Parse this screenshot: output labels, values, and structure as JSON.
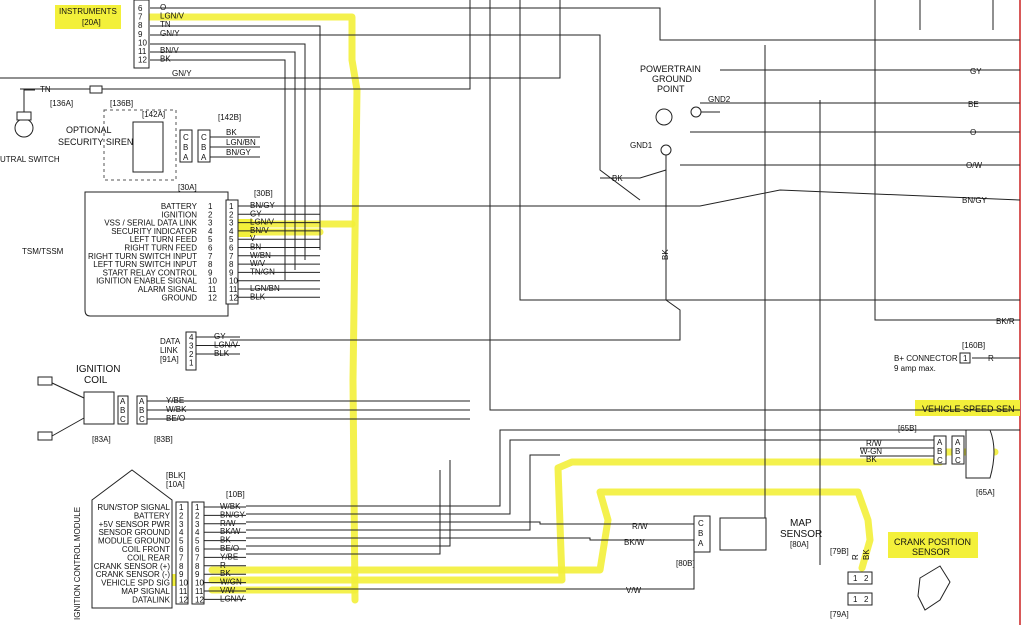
{
  "instruments": {
    "label": "INSTRUMENTS",
    "fuse": "[20A]"
  },
  "top_pins": [
    {
      "n": "6",
      "w": "O"
    },
    {
      "n": "7",
      "w": "LGN/V"
    },
    {
      "n": "8",
      "w": "TN"
    },
    {
      "n": "9",
      "w": "GN/Y"
    },
    {
      "n": "10",
      "w": ""
    },
    {
      "n": "11",
      "w": "BN/V"
    },
    {
      "n": "12",
      "w": "BK"
    }
  ],
  "top_wires": {
    "gny": "GN/Y",
    "tn": "TN"
  },
  "neutral_switch": {
    "label": "UTRAL SWITCH",
    "c1": "[136A]",
    "c2": "[136B]"
  },
  "siren": {
    "label1": "OPTIONAL",
    "label2": "SECURITY SIREN",
    "c1": "[142A]",
    "c2": "[142B]",
    "pins": [
      "C",
      "B",
      "A"
    ],
    "wires": [
      "BK",
      "LGN/BN",
      "BN/GY"
    ]
  },
  "tsm": {
    "label": "TSM/TSSM",
    "c1": "[30A]",
    "c2": "[30B]",
    "rows": [
      {
        "name": "BATTERY",
        "n": "1",
        "w": "BN/GY"
      },
      {
        "name": "IGNITION",
        "n": "2",
        "w": "GY"
      },
      {
        "name": "VSS / SERIAL DATA LINK",
        "n": "3",
        "w": "LGN/V"
      },
      {
        "name": "SECURITY INDICATOR",
        "n": "4",
        "w": "BN/V"
      },
      {
        "name": "LEFT TURN FEED",
        "n": "5",
        "w": "V"
      },
      {
        "name": "RIGHT TURN FEED",
        "n": "6",
        "w": "BN"
      },
      {
        "name": "RIGHT TURN SWITCH INPUT",
        "n": "7",
        "w": "W/BN"
      },
      {
        "name": "LEFT TURN SWITCH INPUT",
        "n": "8",
        "w": "W/V"
      },
      {
        "name": "START RELAY CONTROL",
        "n": "9",
        "w": "TN/GN"
      },
      {
        "name": "IGNITION ENABLE SIGNAL",
        "n": "10",
        "w": ""
      },
      {
        "name": "ALARM SIGNAL",
        "n": "11",
        "w": "LGN/BN"
      },
      {
        "name": "GROUND",
        "n": "12",
        "w": "BLK"
      }
    ]
  },
  "data_link": {
    "l1": "DATA",
    "l2": "LINK",
    "c": "[91A]",
    "rows": [
      {
        "n": "4",
        "w": "GY"
      },
      {
        "n": "3",
        "w": "LGN/V"
      },
      {
        "n": "2",
        "w": "BLK"
      },
      {
        "n": "1",
        "w": ""
      }
    ]
  },
  "ignition_coil": {
    "l1": "IGNITION",
    "l2": "COIL",
    "c1": "[83A]",
    "c2": "[83B]",
    "pins": [
      "A",
      "B",
      "C"
    ],
    "wires": [
      "Y/BE",
      "W/BK",
      "BE/O"
    ]
  },
  "ground": {
    "l1": "POWERTRAIN",
    "l2": "GROUND",
    "l3": "POINT",
    "gnd1": "GND1",
    "gnd2": "GND2",
    "bk": "BK"
  },
  "right_wires": [
    "GY",
    "BE",
    "O",
    "O/W",
    "BN/GY",
    "BK/R"
  ],
  "bplus": {
    "c": "[160B]",
    "label": "B+ CONNECTOR",
    "note": "9 amp max.",
    "pin": "1",
    "wire": "R"
  },
  "vss": {
    "label": "VEHICLE SPEED SEN",
    "c1": "[65B]",
    "c2": "[65A]",
    "pins": [
      "A",
      "B",
      "C"
    ],
    "wires": [
      "R/W",
      "W-GN",
      "BK"
    ]
  },
  "map": {
    "l1": "MAP",
    "l2": "SENSOR",
    "c": "[80A]",
    "c2": "[80B]",
    "pins": [
      "C",
      "B",
      "A"
    ],
    "wires": [
      "R/W",
      "BK/W",
      "V/W"
    ]
  },
  "crank": {
    "l1": "CRANK POSITION",
    "l2": "SENSOR",
    "c1": "[79B]",
    "c2": "[79A]",
    "wires": [
      "R",
      "BK"
    ],
    "pins": [
      "1",
      "2"
    ]
  },
  "icm": {
    "side": "IGNITION CONTROL MODULE",
    "c1": "[BLK]",
    "c2": "[10A]",
    "c3": "[10B]",
    "rows": [
      {
        "name": "RUN/STOP SIGNAL",
        "n": "1",
        "w": "W/BK"
      },
      {
        "name": "BATTERY",
        "n": "2",
        "w": "BN/GY"
      },
      {
        "name": "+5V SENSOR PWR",
        "n": "3",
        "w": "R/W"
      },
      {
        "name": "SENSOR GROUND",
        "n": "4",
        "w": "BK/W"
      },
      {
        "name": "MODULE GROUND",
        "n": "5",
        "w": "BK"
      },
      {
        "name": "COIL FRONT",
        "n": "6",
        "w": "BE/O"
      },
      {
        "name": "COIL REAR",
        "n": "7",
        "w": "Y/BE"
      },
      {
        "name": "CRANK SENSOR (+)",
        "n": "8",
        "w": "R"
      },
      {
        "name": "CRANK SENSOR (-)",
        "n": "9",
        "w": "BK"
      },
      {
        "name": "VEHICLE SPD SIG",
        "n": "10",
        "w": "W/GN"
      },
      {
        "name": "MAP SIGNAL",
        "n": "11",
        "w": "V/W"
      },
      {
        "name": "DATALINK",
        "n": "12",
        "w": "LGN/V"
      }
    ]
  },
  "colors": {
    "highlight": "#f3f03a",
    "wire": "#222222",
    "frame": "#cc2222"
  }
}
